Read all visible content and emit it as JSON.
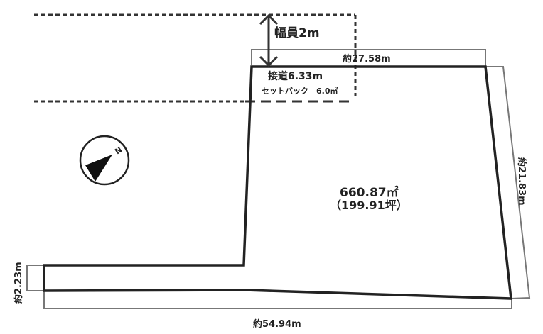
{
  "diagram": {
    "type": "land-survey-plot",
    "road": {
      "width_label": "幅員2m",
      "frontage_label": "接道6.33m",
      "setback_label": "セットバック　6.0㎡"
    },
    "dimensions": {
      "top": "約27.58m",
      "right": "約21.83m",
      "left": "約2.23m",
      "bottom": "約54.94m"
    },
    "area": {
      "sqm": "660.87㎡",
      "tsubo": "（199.91坪）"
    },
    "compass": {
      "north_label": "N"
    },
    "colors": {
      "lot_outline": "#222222",
      "dimension_line": "#777777",
      "road_dash": "#333333",
      "background": "#ffffff"
    }
  }
}
